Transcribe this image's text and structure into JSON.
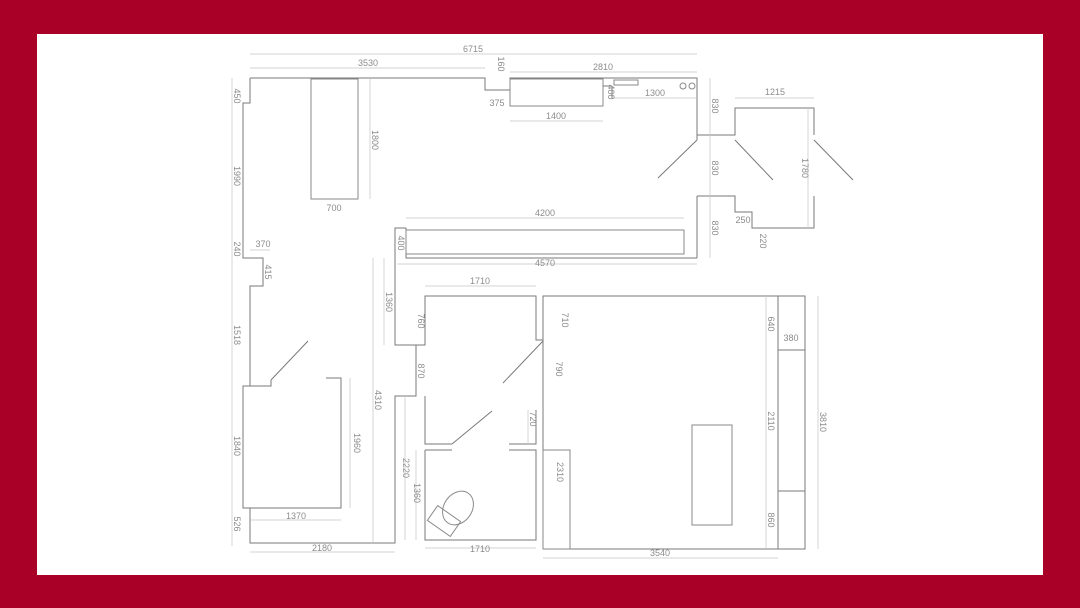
{
  "colors": {
    "frame": "#a80026",
    "paper": "#ffffff",
    "walls": "#7a7a7a",
    "dimensions": "#c4c4c4",
    "text": "#8c8c8c"
  },
  "dimensions": {
    "total_width": "6715",
    "top_left_span": "3530",
    "top_notch": "160",
    "top_right_span": "2810",
    "notch_depth": "375",
    "counter_length": "1400",
    "counter_depth": "400",
    "right_gap": "1300",
    "left_top": "450",
    "left_mid": "1990",
    "left_small": "240",
    "wardrobe_height": "1800",
    "wardrobe_width": "700",
    "step_width": "370",
    "step_depth": "415",
    "side_left": "1518",
    "bath_left_height": "1840",
    "bath_bottom": "526",
    "bath_width": "1370",
    "bath_inner_height": "1960",
    "hall_height": "4310",
    "bottom_width": "2180",
    "shelf_depth": "400",
    "shelf_length": "4200",
    "corridor_length": "4570",
    "corridor_left": "1360",
    "wc_width_top": "1710",
    "wc_stub_left": "760",
    "wc_stub_right": "710",
    "door_gap_left": "870",
    "door_gap_right": "790",
    "wc_inner_right": "720",
    "wc_height": "2220",
    "wc_inner_height": "1360",
    "wc_width_bottom": "1710",
    "room_width": "3540",
    "room_height": "3810",
    "room_top_strip": "640",
    "room_wardrobe_width": "380",
    "room_wardrobe_height": "2110",
    "room_bottom_strip": "860",
    "room_left_block": "2310",
    "balcony_width": "1215",
    "balcony_depth": "1780",
    "balcony_step": "250",
    "balcony_step_depth": "220",
    "wall_seg_a": "830",
    "wall_seg_b": "830",
    "wall_seg_c": "830"
  },
  "furniture": [
    {
      "name": "wardrobe",
      "icon": "rectangle"
    },
    {
      "name": "kitchen-counter",
      "icon": "rectangle"
    },
    {
      "name": "corridor-shelf",
      "icon": "rectangle"
    },
    {
      "name": "bed",
      "icon": "rectangle"
    },
    {
      "name": "toilet",
      "icon": "toilet-icon"
    },
    {
      "name": "stove",
      "icon": "burners-icon"
    }
  ]
}
